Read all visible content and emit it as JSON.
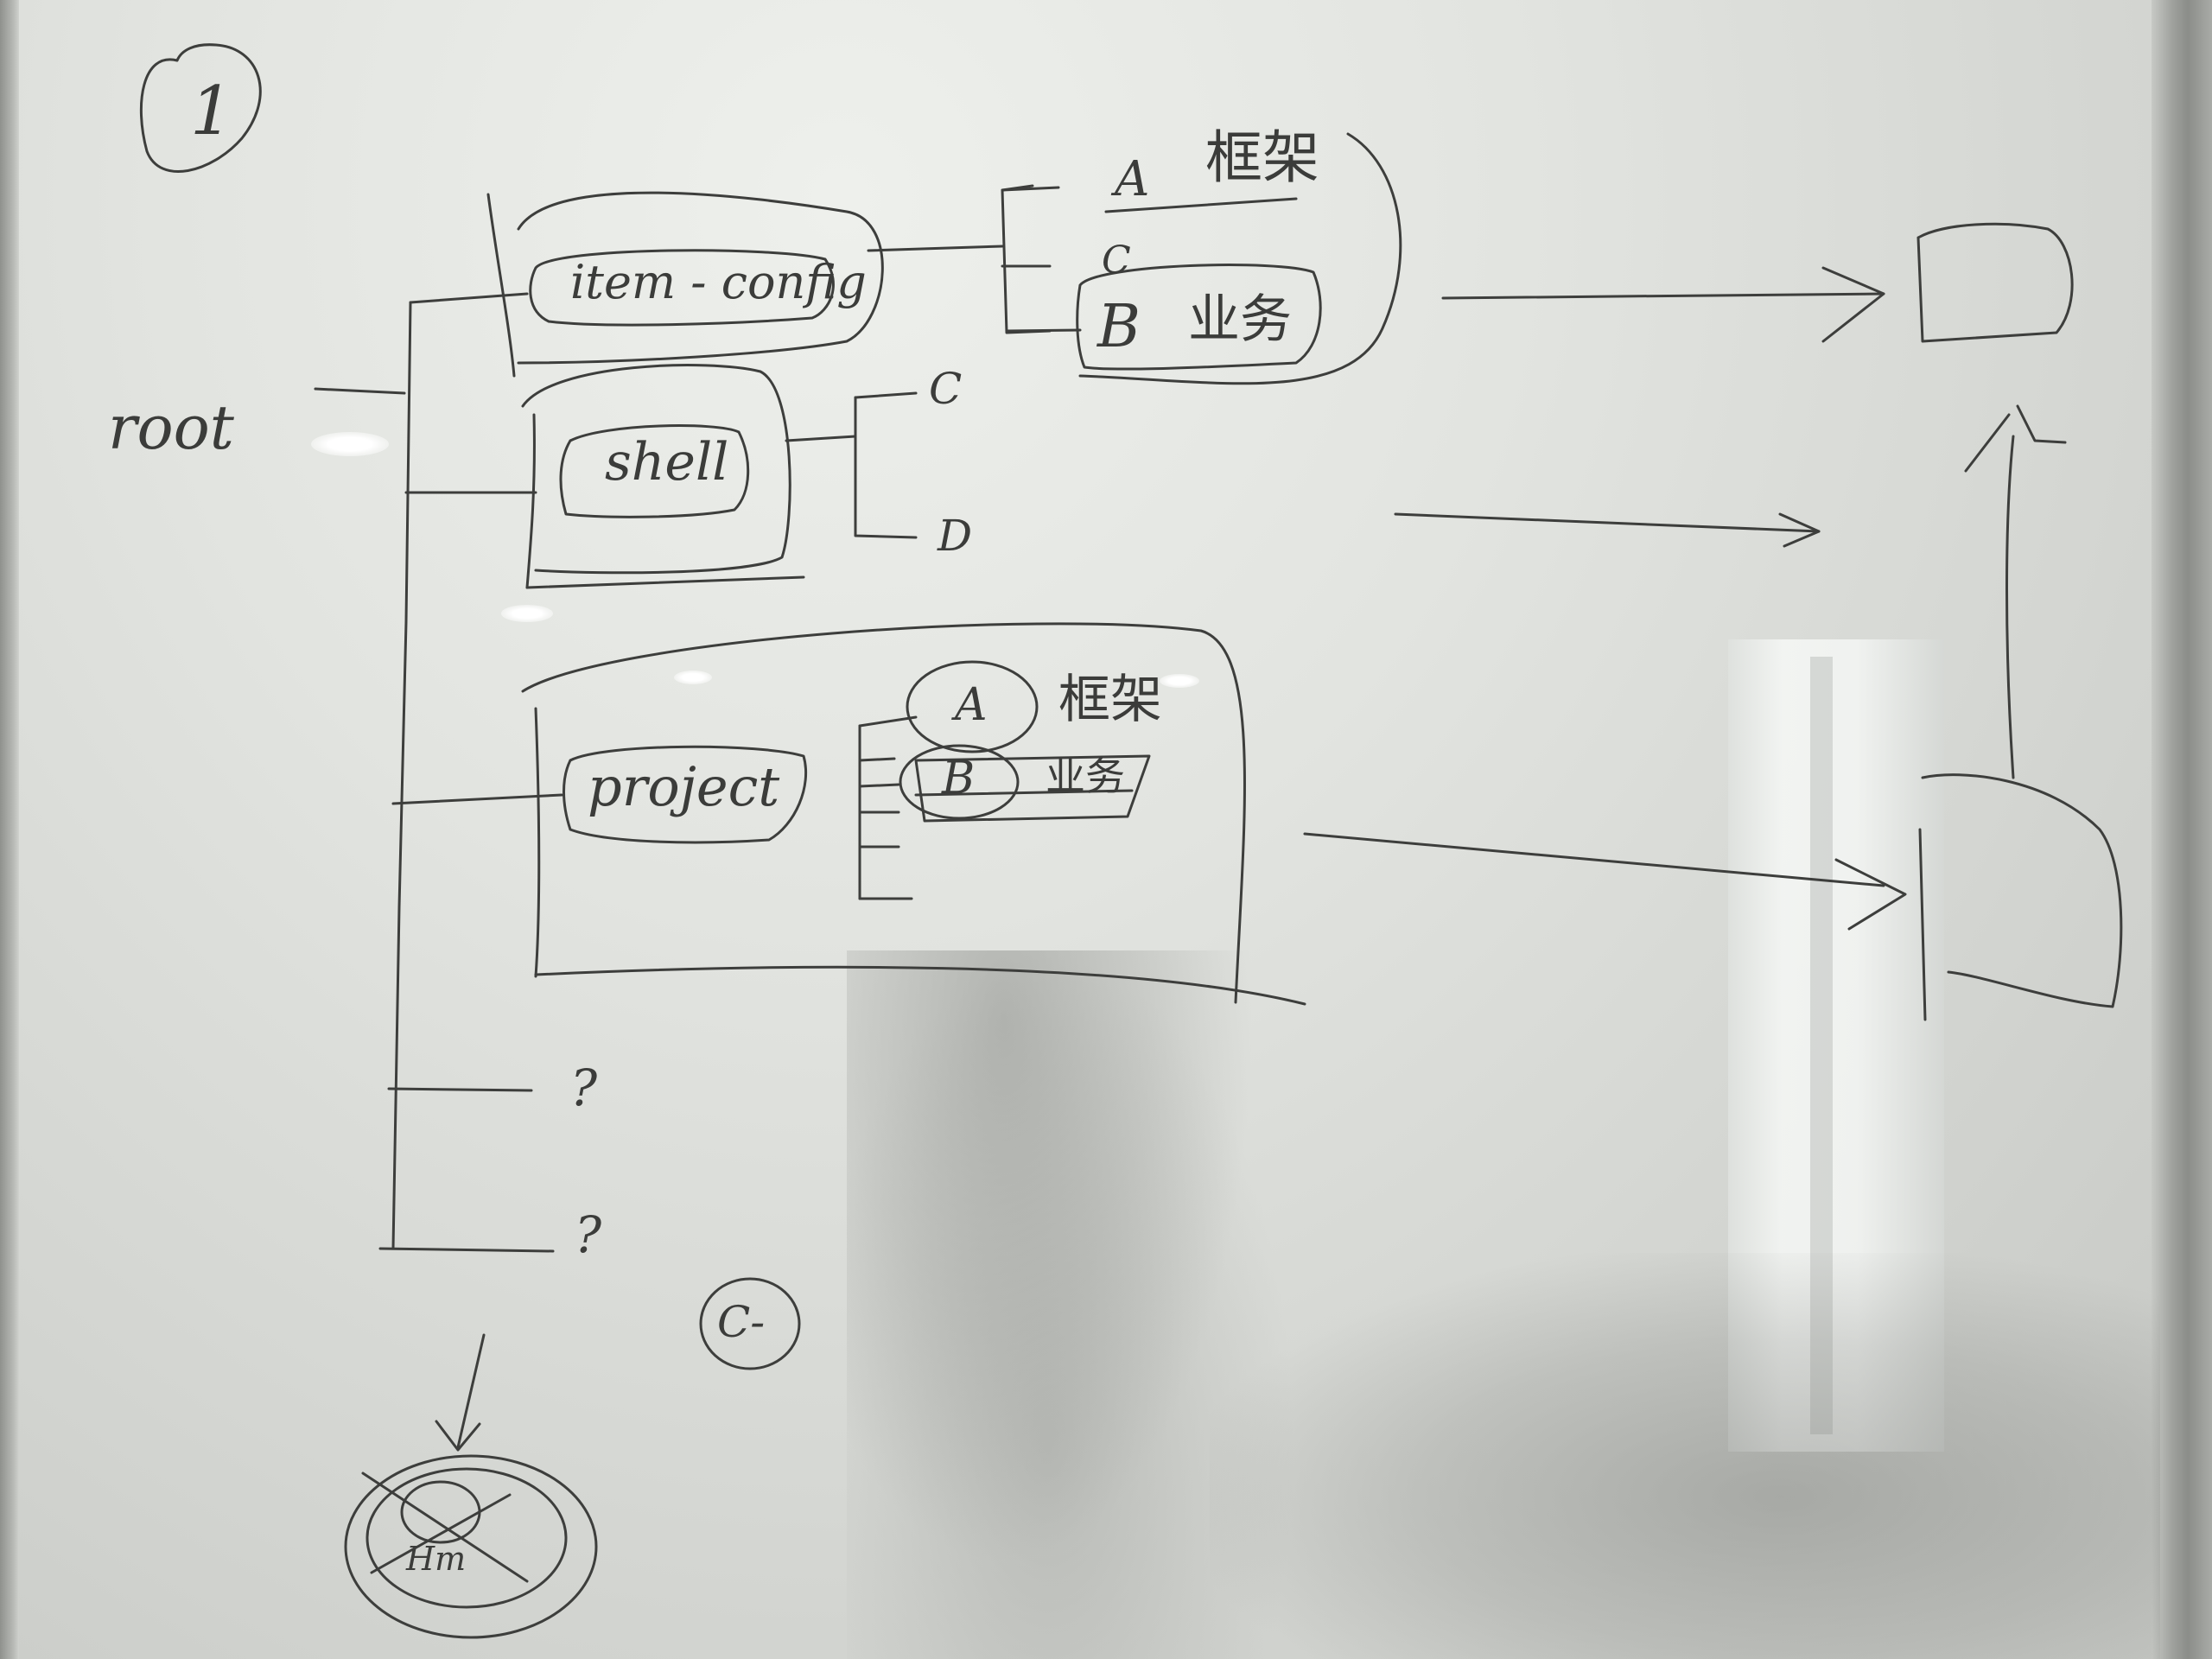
{
  "whiteboard": {
    "page_number": "1",
    "root_label": "root",
    "group_item_config": {
      "node_label": "item - config",
      "branch_a": "A",
      "branch_a_note": "框架",
      "branch_c": "C",
      "branch_b": "B",
      "branch_b_note": "业务"
    },
    "group_shell": {
      "node_label": "shell",
      "branch_c": "C",
      "branch_d": "D"
    },
    "group_project": {
      "node_label": "project",
      "branch_a": "A",
      "branch_a_note": "框架",
      "branch_b": "B",
      "branch_b_note": "业务"
    },
    "ellipsis_1": "?",
    "ellipsis_2": "?",
    "circle_note": "C-",
    "crossed_circle_note": "Hm"
  }
}
